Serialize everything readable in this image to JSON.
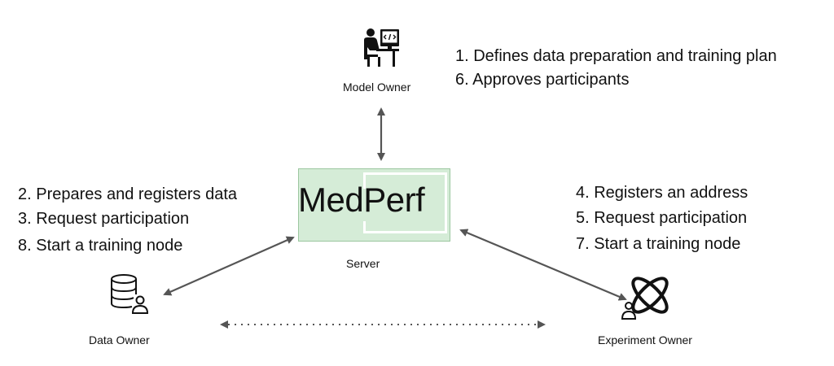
{
  "nodes": {
    "model_owner": {
      "label": "Model Owner",
      "icon": "developer-at-computer-icon",
      "steps": [
        "1. Defines data preparation and training plan",
        "6. Approves participants"
      ]
    },
    "server": {
      "label": "Server",
      "logo_text": "MedPerf",
      "fill_color": "#d5ecd7"
    },
    "data_owner": {
      "label": "Data Owner",
      "icon": "database-user-icon",
      "steps": [
        "2. Prepares and registers data",
        "3. Request participation",
        "8. Start a training node"
      ]
    },
    "experiment_owner": {
      "label": "Experiment Owner",
      "icon": "atom-user-icon",
      "steps": [
        "4. Registers an address",
        "5. Request participation",
        "7. Start a training node"
      ]
    }
  },
  "colors": {
    "arrow": "#555555",
    "text": "#111111"
  }
}
